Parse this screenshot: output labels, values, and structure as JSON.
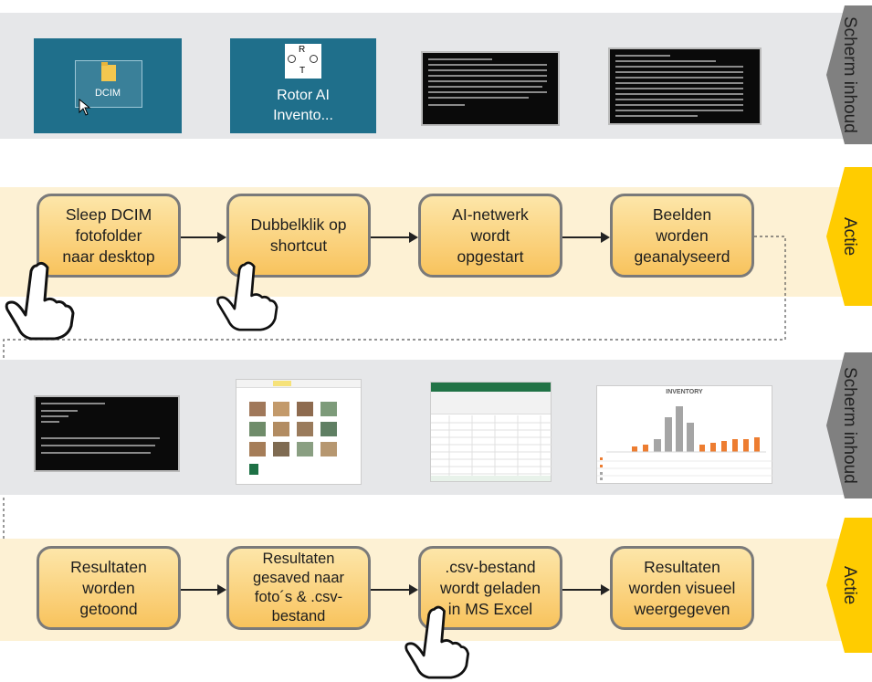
{
  "rows": {
    "screen_label_1": "Scherm inhoud",
    "action_label_1": "Actie",
    "screen_label_2": "Scherm inhoud",
    "action_label_2": "Actie"
  },
  "screens_top": {
    "dcim_tile_label": "DCIM",
    "rotor_tile_label_line1": "Rotor AI",
    "rotor_tile_label_line2": "Invento..."
  },
  "actions_top": [
    {
      "lines": [
        "Sleep DCIM",
        "fotofolder",
        "naar desktop"
      ]
    },
    {
      "lines": [
        "Dubbelklik op",
        "shortcut"
      ]
    },
    {
      "lines": [
        "AI-netwerk",
        "wordt",
        "opgestart"
      ]
    },
    {
      "lines": [
        "Beelden",
        "worden",
        "geanalyseerd"
      ]
    }
  ],
  "screens_bottom": {
    "chart_thumb_title": "INVENTORY"
  },
  "actions_bottom": [
    {
      "lines": [
        "Resultaten",
        "worden",
        "getoond"
      ]
    },
    {
      "lines": [
        "Resultaten",
        "gesaved naar",
        "foto´s & .csv-",
        "bestand"
      ]
    },
    {
      "lines": [
        ".csv-bestand",
        "wordt geladen",
        "in MS Excel"
      ]
    },
    {
      "lines": [
        "Resultaten",
        "worden visueel",
        "weergegeven"
      ]
    }
  ],
  "colors": {
    "screen_band": "#e6e7e9",
    "action_band": "#fdf1d4",
    "screen_tab": "#7f7f7f",
    "action_tab": "#ffcc00",
    "tile": "#1f6f8b"
  }
}
